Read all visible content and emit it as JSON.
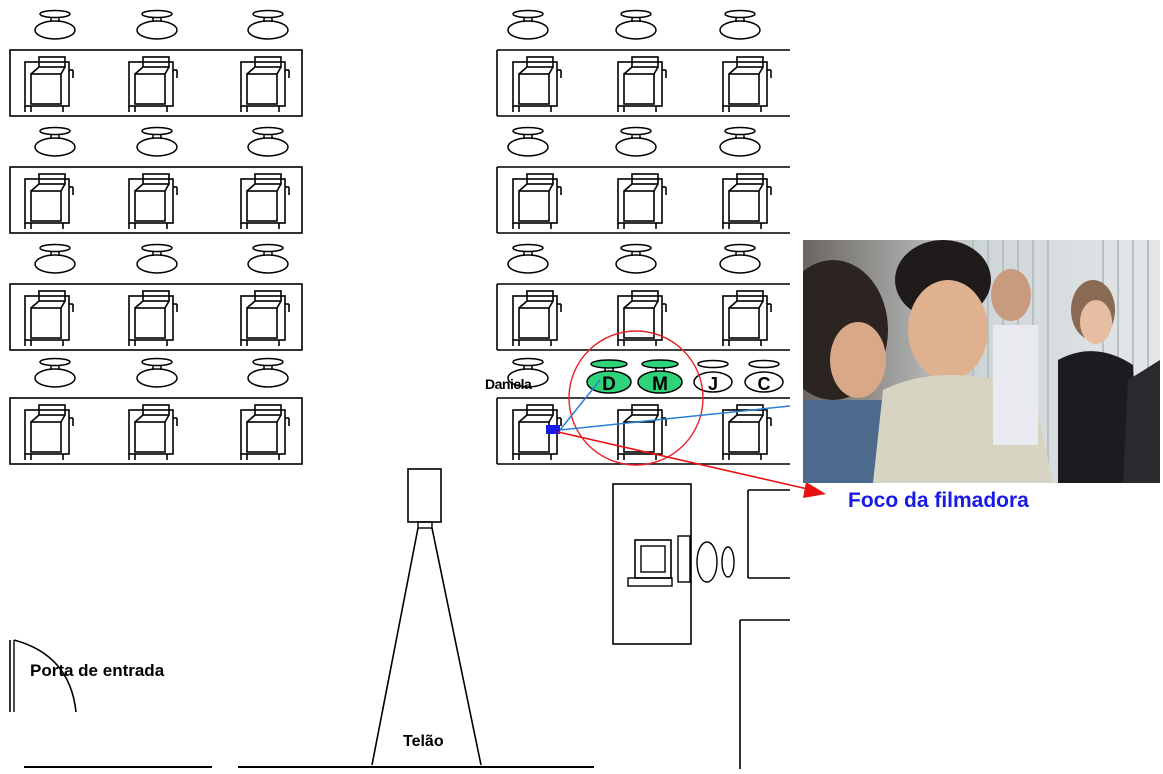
{
  "labels": {
    "porta": "Porta de entrada",
    "telao": "Telão",
    "daniela": "Daniela",
    "foco": "Foco da filmadora"
  },
  "seat_letters": [
    "D",
    "M",
    "J",
    "C"
  ],
  "photo": {
    "description_icon": "classroom-photo"
  },
  "colors": {
    "focus_circle": "#e8202a",
    "sight_lines": "#2b7fd6",
    "arrow": "#e81010",
    "caption": "#1a1ae6",
    "highlight_seat": "#2fd37a"
  }
}
